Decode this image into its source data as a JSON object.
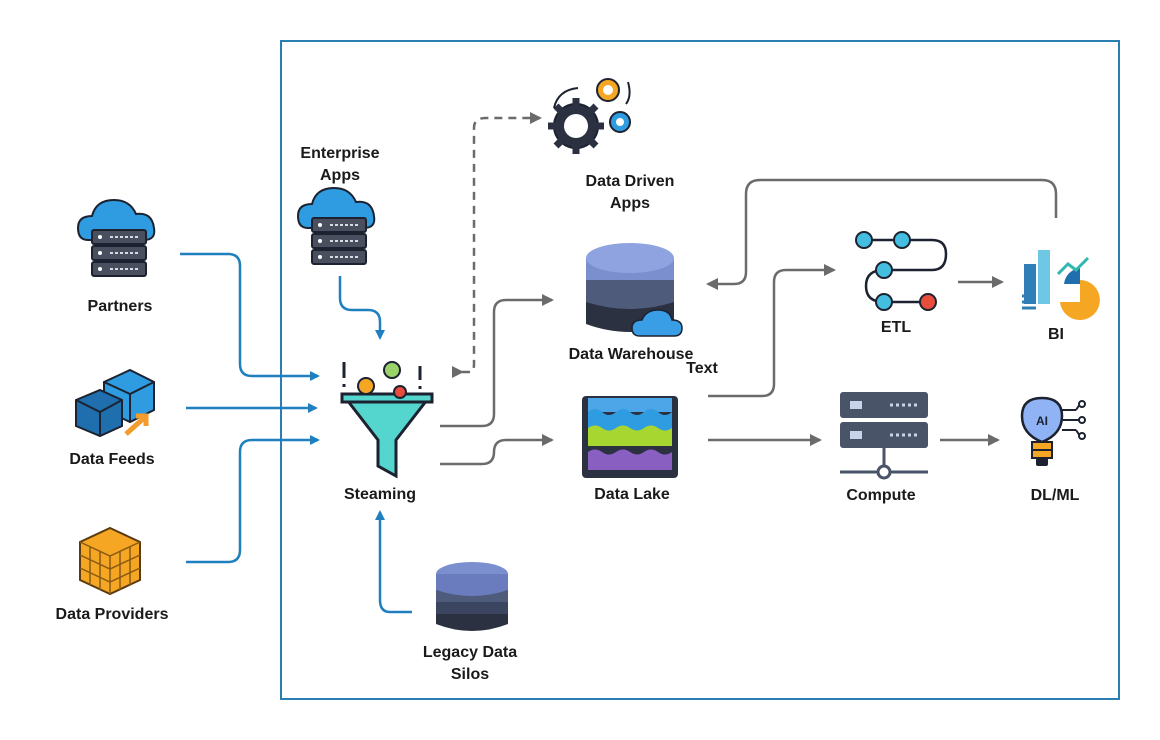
{
  "nodes": {
    "partners": "Partners",
    "data_feeds": "Data Feeds",
    "data_providers": "Data Providers",
    "enterprise_apps": "Enterprise\nApps",
    "data_driven_apps": "Data Driven\nApps",
    "streaming": "Steaming",
    "legacy_silos": "Legacy Data\nSilos",
    "data_warehouse": "Data Warehouse",
    "stray_text": "Text",
    "data_lake": "Data Lake",
    "etl": "ETL",
    "compute": "Compute",
    "bi": "BI",
    "dl_ml": "DL/ML",
    "ai_badge": "AI"
  },
  "colors": {
    "blue_arrow": "#1f7fbf",
    "gray_arrow": "#6b6b6b",
    "boundary": "#2a7fb2",
    "cloud": "#2f9be0",
    "server": "#4a4f60"
  },
  "icons": {
    "partners": "cloud-server-icon",
    "data_feeds": "data-cubes-icon",
    "data_providers": "data-cube-grid-icon",
    "enterprise_apps": "cloud-server-icon",
    "data_driven_apps": "gears-icon",
    "streaming": "funnel-icon",
    "legacy_silos": "database-icon",
    "data_warehouse": "database-cloud-icon",
    "data_lake": "data-lake-tank-icon",
    "etl": "pipeline-icon",
    "compute": "server-rack-icon",
    "bi": "bi-chart-icon",
    "dl_ml": "ai-bulb-icon"
  }
}
